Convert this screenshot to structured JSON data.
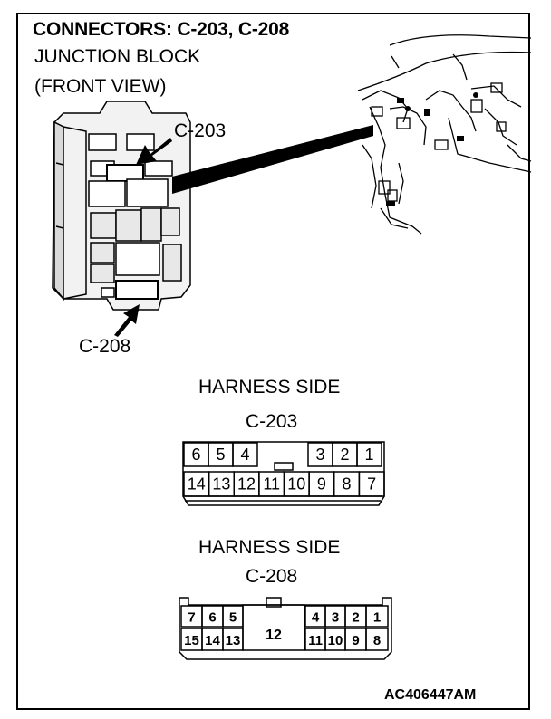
{
  "title": "CONNECTORS: C-203, C-208",
  "subtitle_line1": "JUNCTION BLOCK",
  "subtitle_line2": "(FRONT VIEW)",
  "callouts": {
    "c203": "C-203",
    "c208": "C-208"
  },
  "connector_c203": {
    "side_label": "HARNESS SIDE",
    "name": "C-203",
    "top_row": [
      "6",
      "5",
      "4",
      "3",
      "2",
      "1"
    ],
    "bottom_row": [
      "14",
      "13",
      "12",
      "11",
      "10",
      "9",
      "8",
      "7"
    ]
  },
  "connector_c208": {
    "side_label": "HARNESS SIDE",
    "name": "C-208",
    "top_row": [
      "7",
      "6",
      "5",
      "4",
      "3",
      "2",
      "1"
    ],
    "middle": "12",
    "bottom_row": [
      "15",
      "14",
      "13",
      "11",
      "10",
      "9",
      "8"
    ]
  },
  "figure_code": "AC406447AM"
}
